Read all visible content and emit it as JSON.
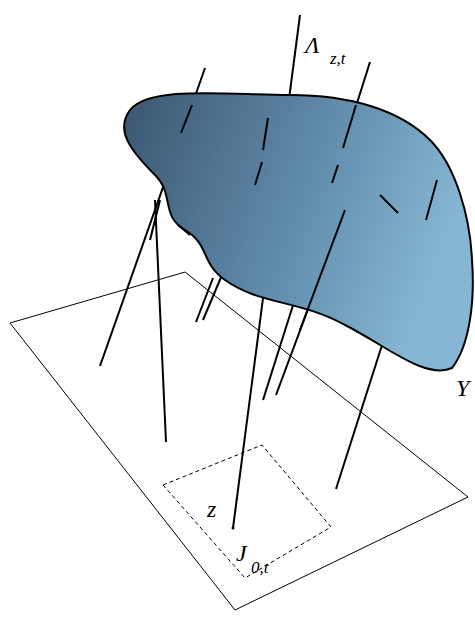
{
  "diagram": {
    "labels": [
      "Λ",
      "z,t",
      "Y",
      "z",
      "J",
      "0,t"
    ]
  }
}
